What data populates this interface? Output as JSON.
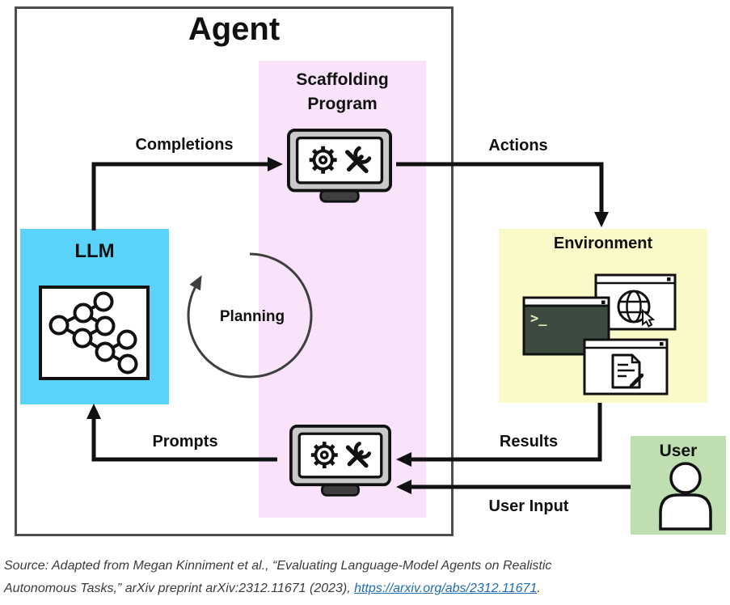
{
  "title": "Agent",
  "nodes": {
    "llm": "LLM",
    "scaffolding_line1": "Scaffolding",
    "scaffolding_line2": "Program",
    "environment": "Environment",
    "user": "User"
  },
  "flows": {
    "completions": "Completions",
    "actions": "Actions",
    "results": "Results",
    "user_input": "User Input",
    "prompts": "Prompts",
    "planning": "Planning"
  },
  "environment_windows": {
    "terminal_prompt": ">_"
  },
  "icons": {
    "llm": "network-graph-icon",
    "scaffolding_top": "monitor-gear-tools-icon",
    "scaffolding_bottom": "monitor-gear-tools-icon",
    "environment": [
      "terminal-window-icon",
      "browser-window-icon",
      "document-window-icon"
    ],
    "user": "person-icon",
    "planning": "circular-arrow-icon"
  },
  "colors": {
    "llm_bg": "#5BD2FA",
    "scaffolding_bg": "#F8E3FA",
    "environment_bg": "#FAFAC8",
    "user_bg": "#BFDFB0",
    "terminal_bg": "#3C4A40",
    "agent_border": "#4D4D4D",
    "arrow": "#111111",
    "link": "#1E6BB0"
  },
  "source": {
    "line1": "Source: Adapted from Megan Kinniment et al., “Evaluating Language-Model Agents on Realistic",
    "line2_prefix": "Autonomous Tasks,” arXiv preprint arXiv:2312.11671 (2023), ",
    "link_text": "https://arxiv.org/abs/2312.11671",
    "suffix": "."
  }
}
